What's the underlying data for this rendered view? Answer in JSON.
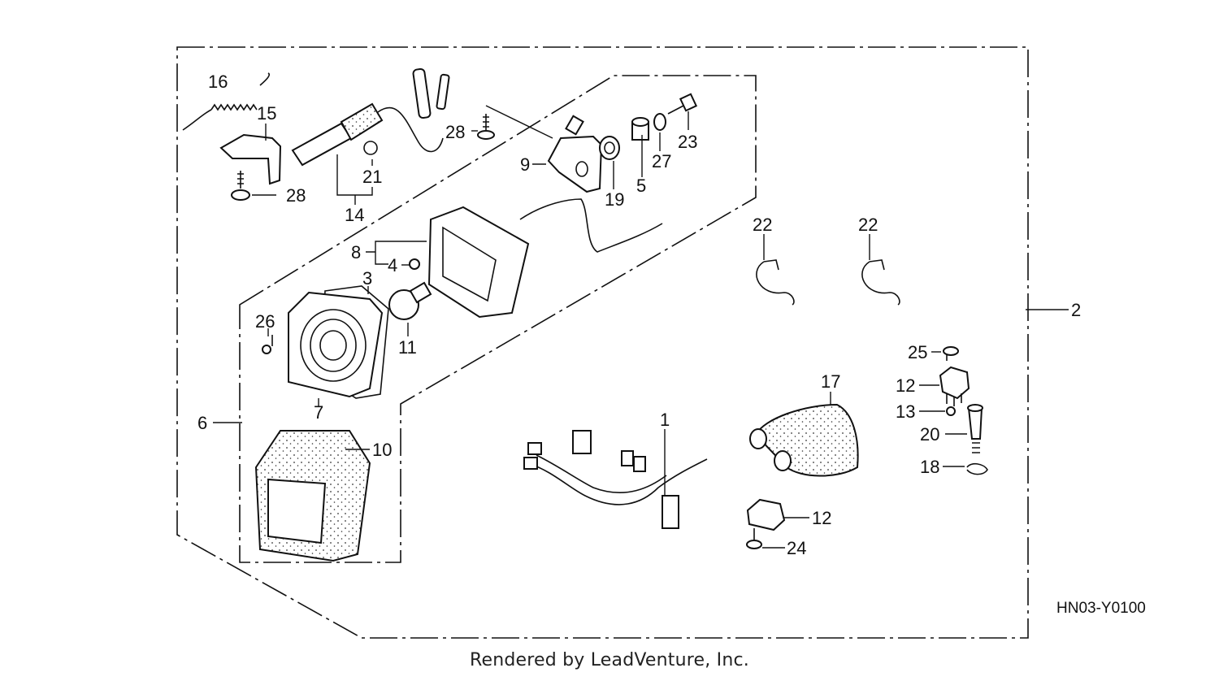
{
  "callouts": [
    {
      "id": "c16",
      "text": "16"
    },
    {
      "id": "c15",
      "text": "15"
    },
    {
      "id": "c28a",
      "text": "28"
    },
    {
      "id": "c21",
      "text": "21"
    },
    {
      "id": "c14",
      "text": "14"
    },
    {
      "id": "c28b",
      "text": "28"
    },
    {
      "id": "c9",
      "text": "9"
    },
    {
      "id": "c19",
      "text": "19"
    },
    {
      "id": "c5",
      "text": "5"
    },
    {
      "id": "c27",
      "text": "27"
    },
    {
      "id": "c23",
      "text": "23"
    },
    {
      "id": "c8",
      "text": "8"
    },
    {
      "id": "c4",
      "text": "4"
    },
    {
      "id": "c3",
      "text": "3"
    },
    {
      "id": "c11",
      "text": "11"
    },
    {
      "id": "c26",
      "text": "26"
    },
    {
      "id": "c7",
      "text": "7"
    },
    {
      "id": "c6",
      "text": "6"
    },
    {
      "id": "c10",
      "text": "10"
    },
    {
      "id": "c22a",
      "text": "22"
    },
    {
      "id": "c22b",
      "text": "22"
    },
    {
      "id": "c2",
      "text": "2"
    },
    {
      "id": "c25",
      "text": "25"
    },
    {
      "id": "c12a",
      "text": "12"
    },
    {
      "id": "c13",
      "text": "13"
    },
    {
      "id": "c20",
      "text": "20"
    },
    {
      "id": "c18",
      "text": "18"
    },
    {
      "id": "c17",
      "text": "17"
    },
    {
      "id": "c1",
      "text": "1"
    },
    {
      "id": "c12b",
      "text": "12"
    },
    {
      "id": "c24",
      "text": "24"
    }
  ],
  "diagram_code": "HN03-Y0100",
  "footer": "Rendered by LeadVenture, Inc."
}
